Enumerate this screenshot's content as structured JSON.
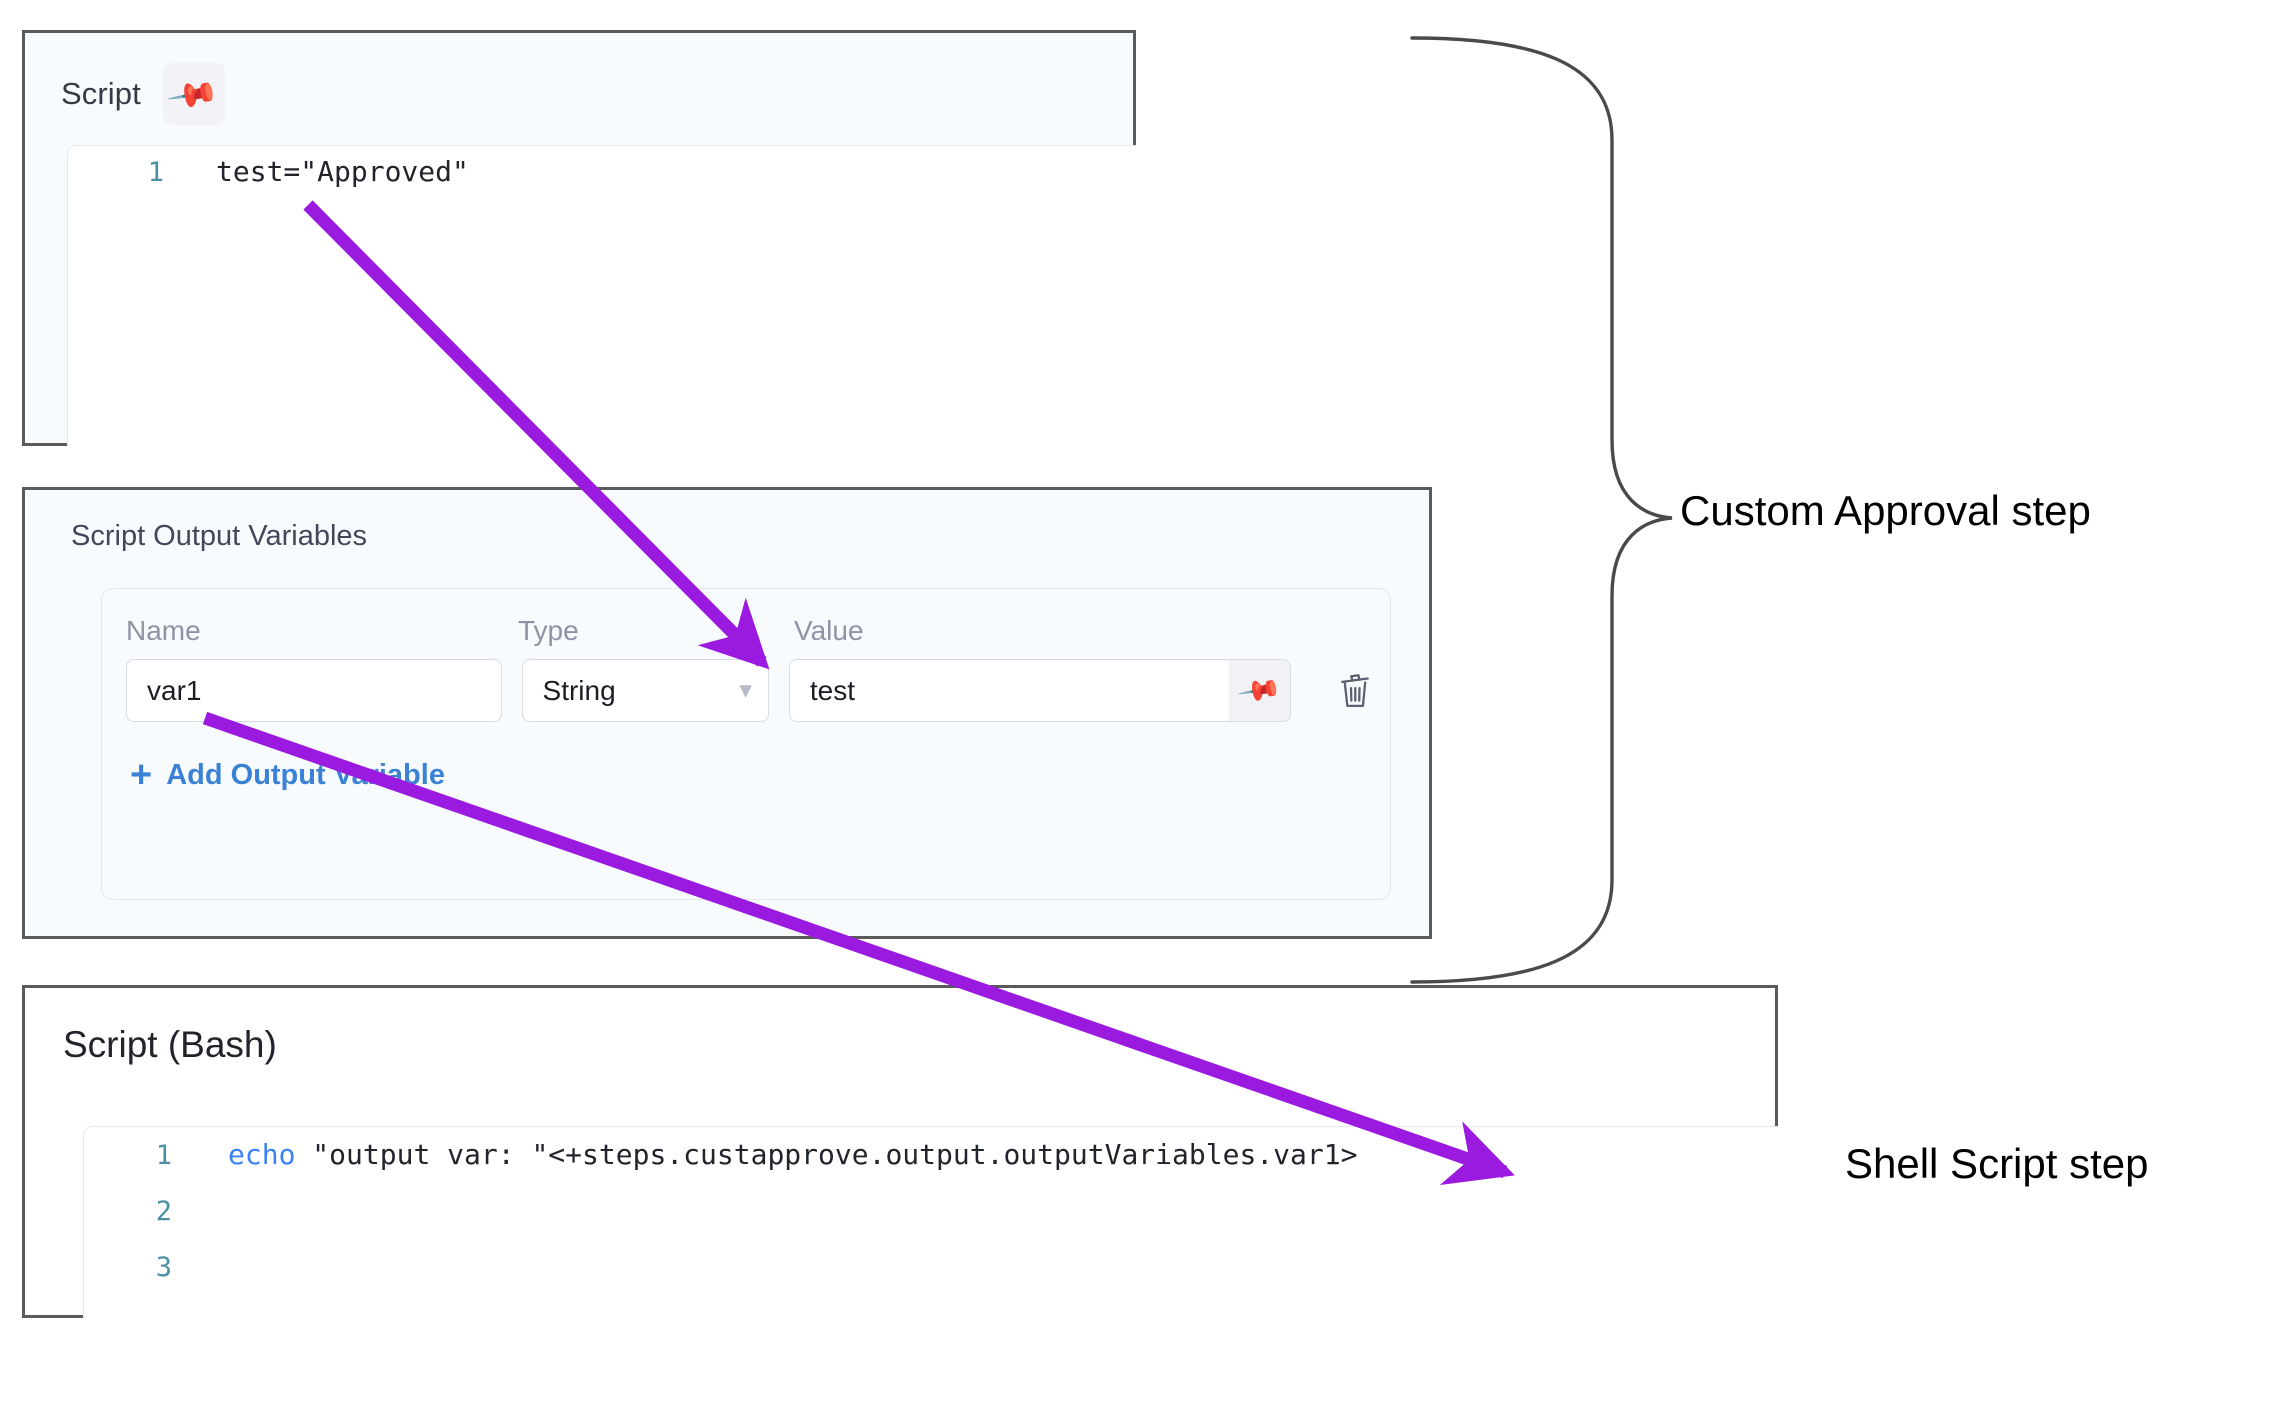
{
  "panels": {
    "script": {
      "title": "Script",
      "pin_icon": "pin-icon",
      "code": [
        {
          "num": "1",
          "text": "test=\"Approved\""
        }
      ]
    },
    "output_variables": {
      "title": "Script Output Variables",
      "columns": [
        "Name",
        "Type",
        "Value"
      ],
      "rows": [
        {
          "name": "var1",
          "type": "String",
          "type_chevron": "chevron-down-icon",
          "value": "test",
          "value_pin_icon": "pin-icon",
          "delete_icon": "trash-icon"
        }
      ],
      "add_label": "Add Output Variable",
      "add_plus": "+"
    },
    "bash": {
      "title": "Script (Bash)",
      "code": [
        {
          "num": "1",
          "keyword": "echo",
          "rest": " \"output var: \"<+steps.custapprove.output.outputVariables.var1>"
        },
        {
          "num": "2",
          "keyword": "",
          "rest": ""
        },
        {
          "num": "3",
          "keyword": "",
          "rest": ""
        }
      ]
    }
  },
  "annotations": {
    "custom_approval_label": "Custom Approval step",
    "shell_script_label": "Shell Script step",
    "brace_name": "curly-brace-connector",
    "arrows": [
      {
        "name": "arrow-script-to-value",
        "from": "test=\"Approved\"",
        "to": "Value"
      },
      {
        "name": "arrow-var1-to-expression",
        "from": "var1",
        "to": "outputVariables.var1"
      }
    ]
  },
  "colors": {
    "arrow": "#9A1AE0",
    "link": "#3b82d6",
    "panel_border": "#5a5a5a",
    "panel_bg": "#f7fbfd",
    "line_number": "#4a90a4",
    "keyword": "#3b82f6",
    "pin": "#337dd6"
  }
}
